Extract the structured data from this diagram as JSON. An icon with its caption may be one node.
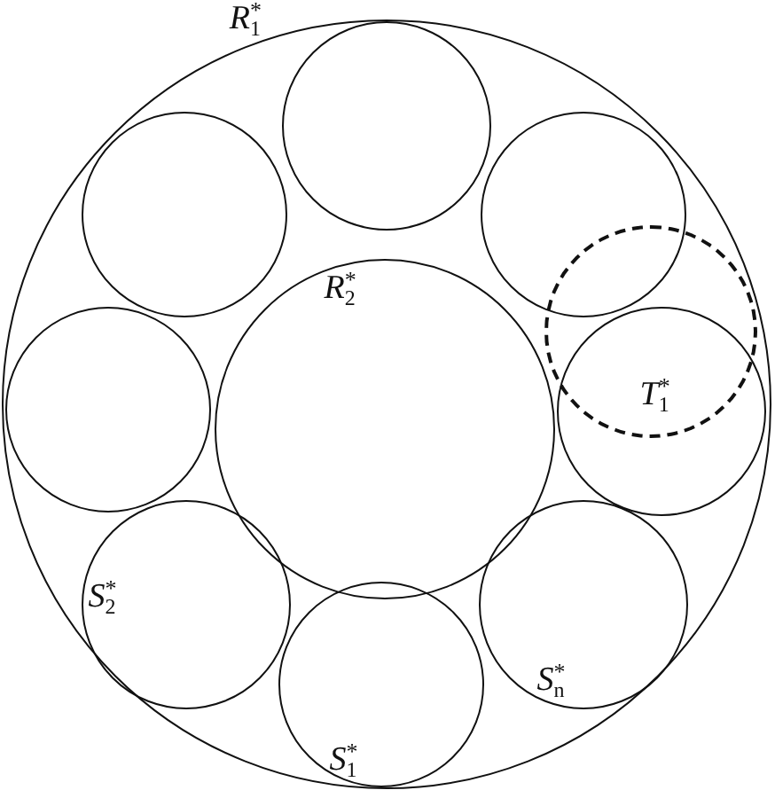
{
  "diagram": {
    "nodes": [
      {
        "text": [
          "R$_{1}$$^{*}$"
        ]
      },
      {
        "text": [],
        "shape": "circle",
        "in": 0
      },
      {
        "text": [],
        "shape": "circle",
        "in": 0
      },
      {
        "text": [],
        "shape": "circle",
        "in": 0
      },
      {
        "text": [
          "R$_{2}$$^{*}$"
        ],
        "in": 0
      },
      {
        "text": [],
        "shape": "circle",
        "in": 0
      },
      {
        "text": [],
        "shape": "circle",
        "in": 0
      },
      {
        "text": [
          "T$_{1}$$^{*}$"
        ],
        "in": 0
      },
      {
        "text": [
          "S$_{2}$$^{*}$"
        ],
        "in": 0
      },
      {
        "text": [
          "S$_{n}$$^{*}$"
        ],
        "in": 0
      },
      {
        "text": [
          "S$_{1}$$^{*}$"
        ],
        "in": 0
      }
    ]
  }
}
